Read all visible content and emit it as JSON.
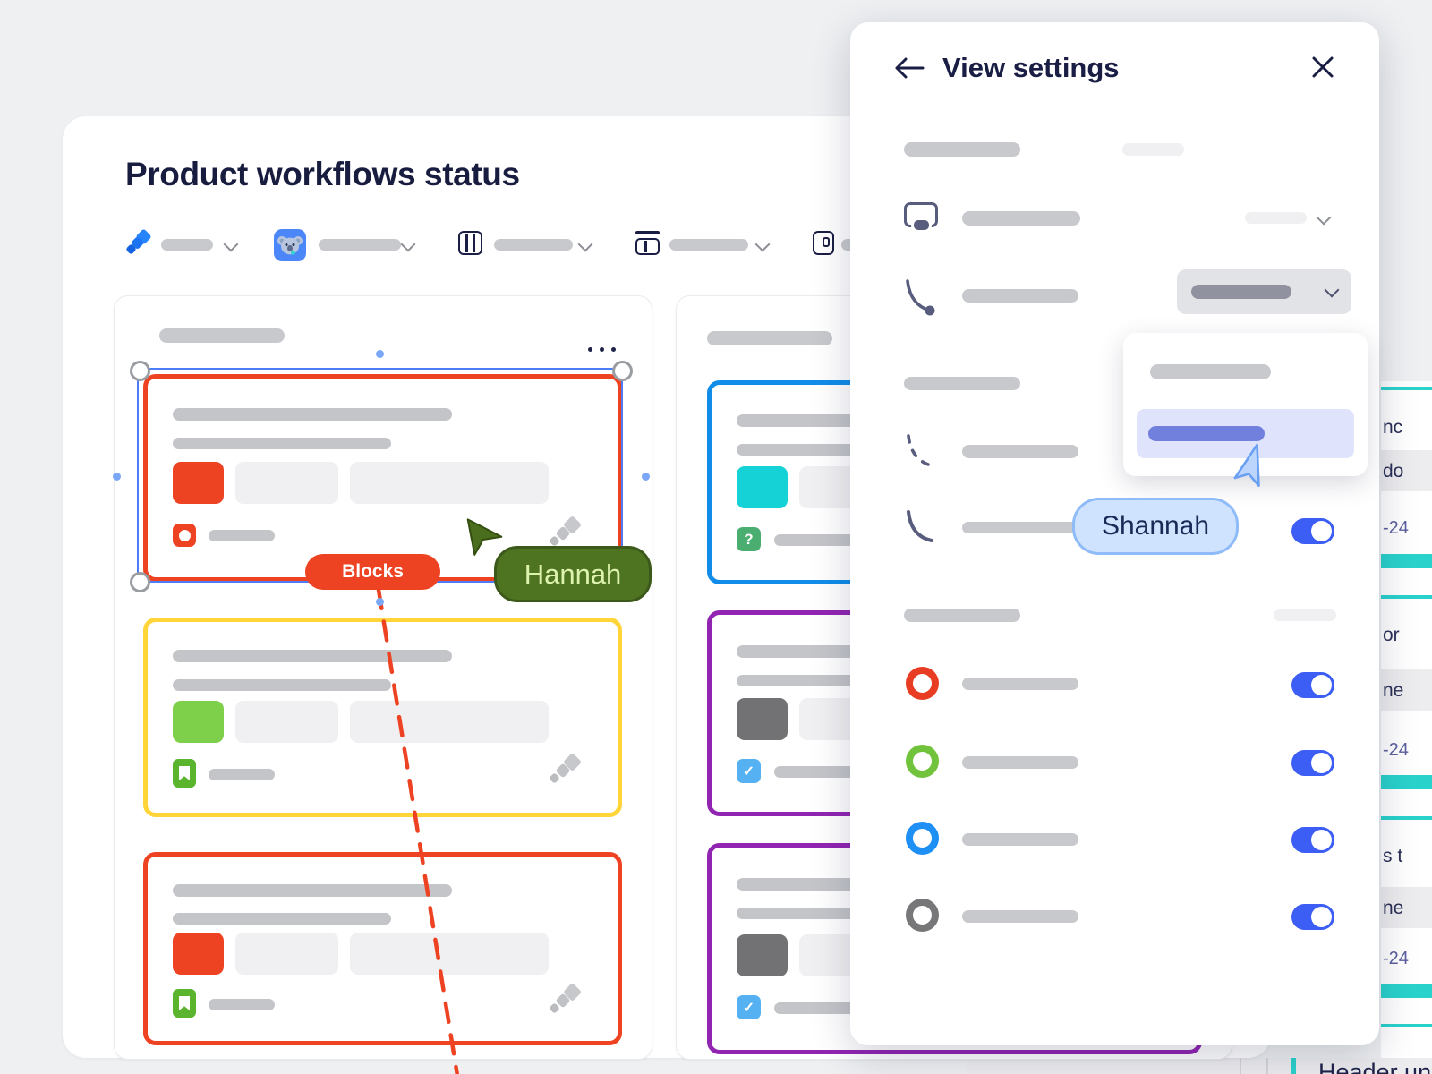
{
  "window": {
    "title": "Product workflows status"
  },
  "toolbar": {
    "items": [
      {
        "icon": "jira-icon"
      },
      {
        "icon": "koala-app-icon"
      },
      {
        "icon": "columns-layout-icon"
      },
      {
        "icon": "table-layout-icon"
      },
      {
        "icon": "side-panel-icon"
      }
    ]
  },
  "board": {
    "column1": {
      "cards": [
        {
          "accent": "#ee4323",
          "selected": true,
          "badge": "#ee4323",
          "footer_icon": "status-dot"
        },
        {
          "accent": "#ffd53a",
          "selected": false,
          "badge": "#7ed04b",
          "footer_icon": "bookmark"
        },
        {
          "accent": "#ee4323",
          "selected": false,
          "badge": "#ee4323",
          "footer_icon": "bookmark"
        }
      ]
    },
    "column2": {
      "cards": [
        {
          "accent": "#118de9",
          "selected": false,
          "badge": "#14d2d6",
          "footer_icon": "question"
        },
        {
          "accent": "#9125b2",
          "selected": false,
          "badge": "#727275",
          "footer_icon": "checkbox"
        },
        {
          "accent": "#9125b2",
          "selected": false,
          "badge": "#727275",
          "footer_icon": "checkbox"
        }
      ]
    },
    "glyphs": {
      "question": "?",
      "check": "✓"
    },
    "connector_label": "Blocks",
    "connector_color": "#ee4323"
  },
  "cursors": {
    "hannah": {
      "label": "Hannah",
      "color": "#4e7321"
    },
    "shannah": {
      "label": "Shannah",
      "color": "#8fbcf9"
    }
  },
  "panel": {
    "title": "View settings",
    "toggles": [
      "on",
      "on",
      "on",
      "on",
      "on"
    ],
    "ring_colors": [
      "#e93d23",
      "#71c33c",
      "#1e90f5",
      "#77777a"
    ]
  },
  "background_table": {
    "fragments": [
      "nc",
      "do",
      "-24",
      "or",
      "ne",
      "-24",
      "s t",
      "ne",
      "-24"
    ],
    "footer_text": "Header un",
    "accent": "#2ad2cc"
  },
  "colors": {
    "page_bg": "#eef0f2",
    "ink": "#181c3f",
    "skeleton": "#c7c9cd",
    "skeleton_light": "#f0f0f2",
    "toggle_on": "#3d5ef5",
    "selection_blue": "#4d7cf7",
    "red": "#ee4323",
    "yellow": "#ffd53a",
    "blue": "#118de9",
    "purple": "#9125b2",
    "teal_square": "#14d2d6",
    "green_square": "#7ed04b",
    "highlight_row": "#dfe4fc",
    "highlight_pill": "#7280dd"
  }
}
